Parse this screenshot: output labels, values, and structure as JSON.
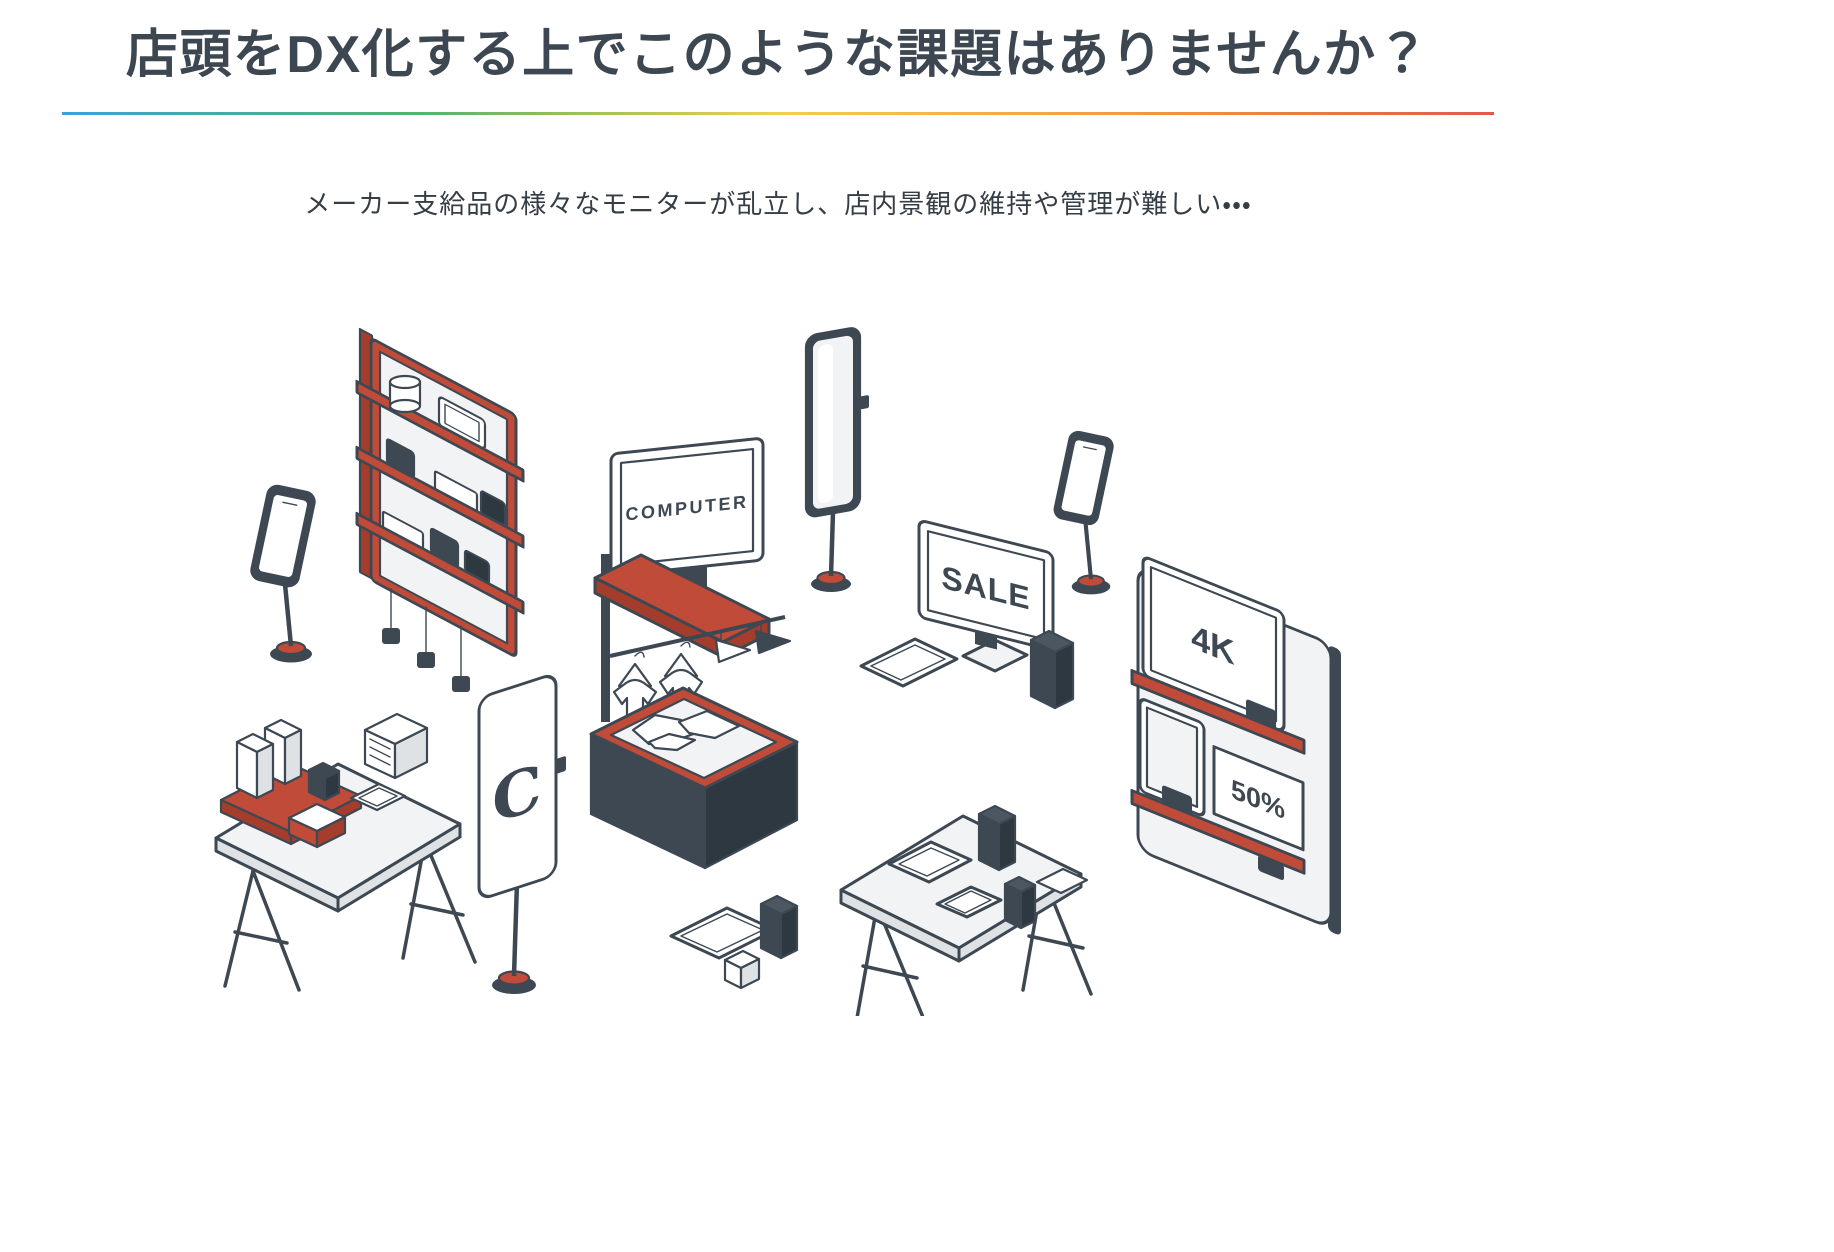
{
  "header": {
    "title": "店頭をDX化する上でこのような課題はありませんか？",
    "subtitle": "メーカー支給品の様々なモニターが乱立し、店内景観の維持や管理が難しい・・・"
  },
  "divider": {
    "gradient": [
      "#3fa0d7",
      "#54b36b",
      "#f2cf4b",
      "#ef9a3e",
      "#e4574f"
    ]
  },
  "palette": {
    "ink": "#3d4853",
    "ink_dark": "#2e3840",
    "red": "#c04b38",
    "red_dark": "#a53d2d",
    "light": "#f2f3f4",
    "shade": "#dfe2e5",
    "paper": "#ffffff"
  },
  "illustration": {
    "labels": {
      "computer_screen": "COMPUTER",
      "sale_screen": "SALE",
      "fourk_screen": "4K",
      "discount_sign": "50%",
      "banner_letter": "C"
    }
  }
}
